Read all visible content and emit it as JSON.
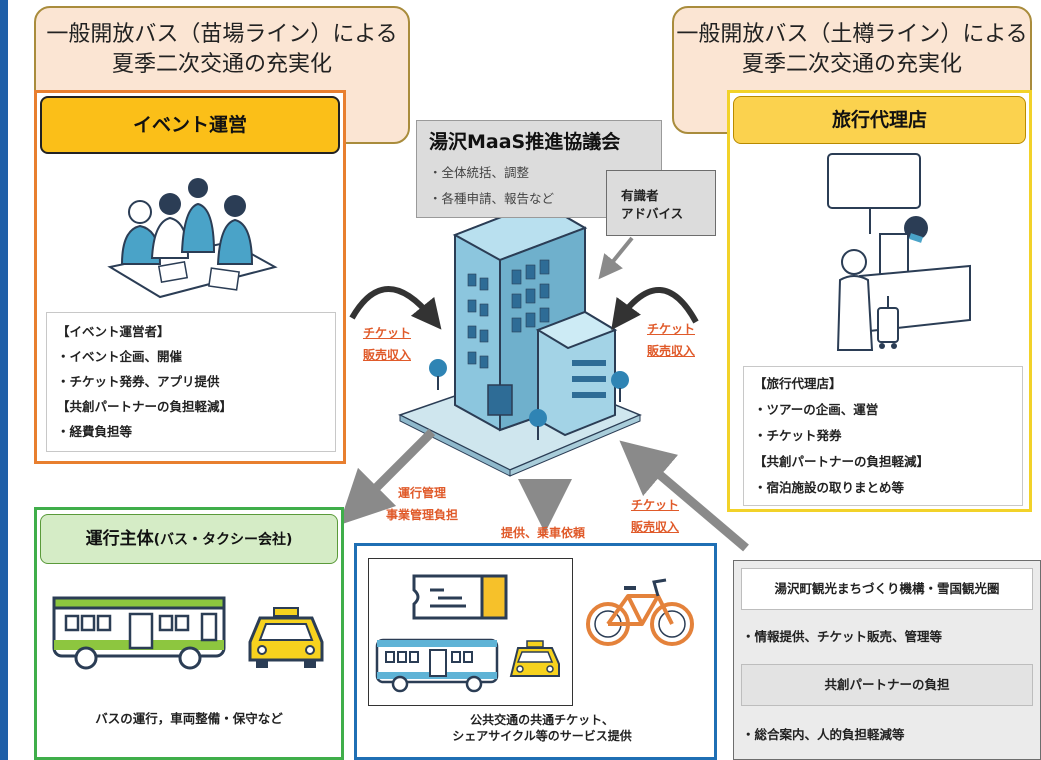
{
  "banner_left": {
    "line1": "一般開放バス（苗場ライン）による",
    "line2": "夏季二次交通の充実化"
  },
  "banner_right": {
    "line1": "一般開放バス（土樽ライン）による",
    "line2": "夏季二次交通の充実化"
  },
  "event": {
    "title": "イベント運営",
    "items": [
      "【イベント運営者】",
      "・イベント企画、開催",
      "・チケット発券、アプリ提供",
      "【共創パートナーの負担軽減】",
      "・経費負担等"
    ]
  },
  "maas": {
    "title": "湯沢MaaS推進協議会",
    "items": [
      "・全体統括、調整",
      "・各種申請、報告など"
    ]
  },
  "advisor": {
    "line1": "有識者",
    "line2": "アドバイス"
  },
  "agency": {
    "title": "旅行代理店",
    "items": [
      "【旅行代理店】",
      "・ツアーの企画、運営",
      "・チケット発券",
      "【共創パートナーの負担軽減】",
      "・宿泊施設の取りまとめ等"
    ]
  },
  "flows": {
    "ticket_left": [
      "チケット",
      "販売収入"
    ],
    "ticket_right": [
      "チケット",
      "販売収入"
    ],
    "ops_mgmt": [
      "運行管理",
      "事業管理負担"
    ],
    "provide": "提供、乗車依頼",
    "ticket_bottom": [
      "チケット",
      "販売収入"
    ]
  },
  "operator": {
    "title": "運行主体",
    "title_sub": "(バス・タクシー会社)",
    "caption": "バスの運行，車両整備・保守など"
  },
  "ticket_service": {
    "line1": "公共交通の共通チケット、",
    "line2": "シェアサイクル等のサービス提供"
  },
  "org": {
    "header": "湯沢町観光まちづくり機構・雪国観光圏",
    "item": "・情報提供、チケット販売、管理等",
    "header2": "共創パートナーの負担",
    "item2": "・総合案内、人的負担軽減等"
  },
  "colors": {
    "event_border": "#e87f2f",
    "event_header": "#fbbf18",
    "agency_border": "#f2d229",
    "agency_header": "#fbd24e",
    "operator_border": "#3fae4a",
    "operator_header": "#d5ecc6",
    "ticket_border": "#1f6fb4",
    "flow_label": "#e05a2a",
    "banner_fill": "#fbe5d3"
  },
  "icons": [
    "meeting-people-illustration",
    "building-illustration",
    "travel-desk-illustration",
    "bus-icon",
    "taxi-icon",
    "ticket-icon",
    "bicycle-icon"
  ]
}
